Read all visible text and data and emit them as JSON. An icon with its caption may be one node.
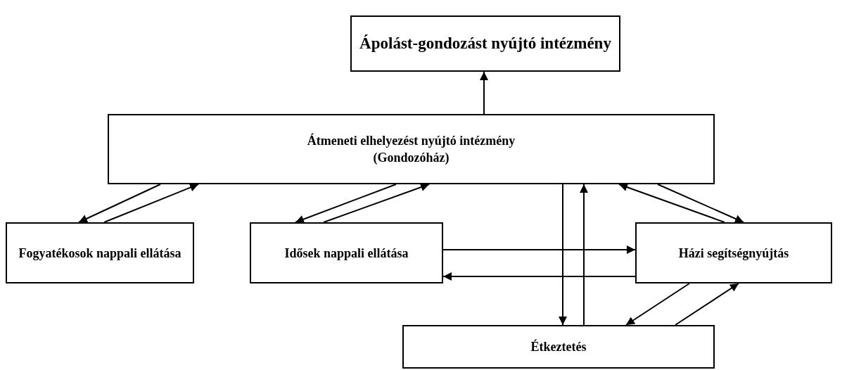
{
  "diagram": {
    "nodes": [
      {
        "text": [
          "Ápolást-gondozást nyújtó intézmény"
        ]
      },
      {
        "text": [
          "Átmeneti elhelyezést nyújtó intézmény",
          "(Gondozóház)"
        ]
      },
      {
        "text": [
          "Fogyatékosok nappali ellátása"
        ]
      },
      {
        "text": [
          "Idősek nappali ellátása"
        ]
      },
      {
        "text": [
          "Házi segítségnyújtás"
        ]
      },
      {
        "text": [
          "Étkeztetés"
        ]
      }
    ],
    "edges": [
      {
        "from": 1,
        "to": 0,
        "arrow": "to"
      },
      {
        "from": 1,
        "to": 2,
        "arrow": "to"
      },
      {
        "from": 2,
        "to": 1,
        "arrow": "to"
      },
      {
        "from": 1,
        "to": 3,
        "arrow": "to"
      },
      {
        "from": 3,
        "to": 1,
        "arrow": "to"
      },
      {
        "from": 1,
        "to": 4,
        "arrow": "to"
      },
      {
        "from": 4,
        "to": 1,
        "arrow": "to"
      },
      {
        "from": 1,
        "to": 5,
        "arrow": "to"
      },
      {
        "from": 5,
        "to": 1,
        "arrow": "to"
      },
      {
        "from": 3,
        "to": 4,
        "arrow": "to"
      },
      {
        "from": 4,
        "to": 3,
        "arrow": "to"
      },
      {
        "from": 4,
        "to": 5,
        "arrow": "to"
      },
      {
        "from": 5,
        "to": 4,
        "arrow": "to"
      }
    ]
  }
}
